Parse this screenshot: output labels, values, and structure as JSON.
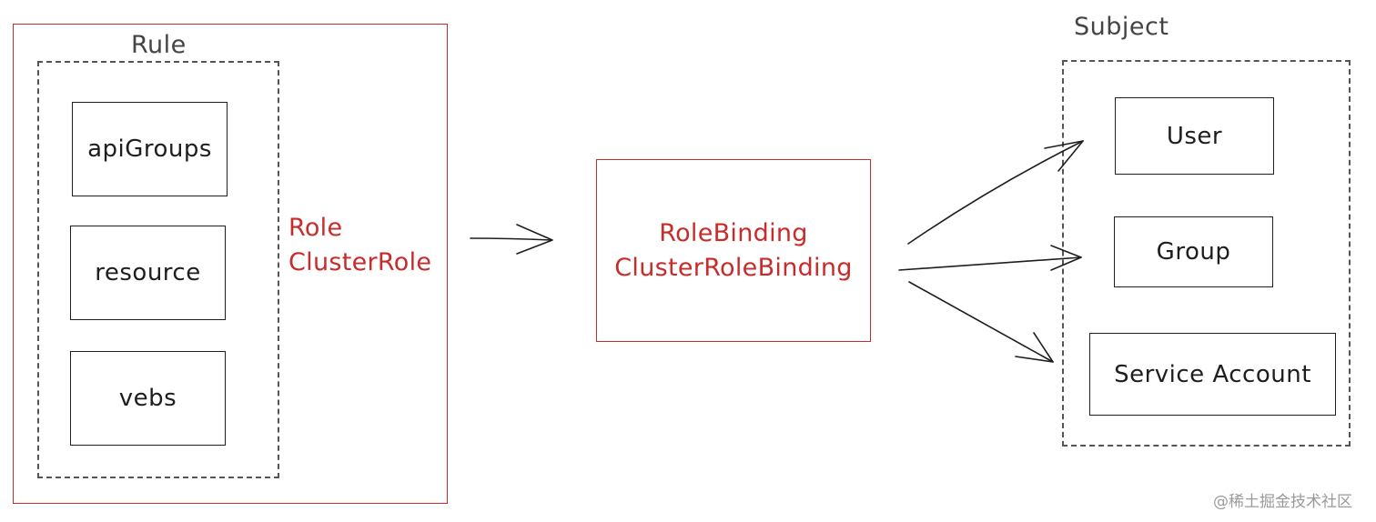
{
  "rule": {
    "title": "Rule",
    "items": [
      "apiGroups",
      "resource",
      "vebs"
    ]
  },
  "role": {
    "lines": [
      "Role",
      "ClusterRole"
    ]
  },
  "binding": {
    "lines": [
      "RoleBinding",
      "ClusterRoleBinding"
    ]
  },
  "subject": {
    "title": "Subject",
    "items": [
      "User",
      "Group",
      "Service Account"
    ]
  },
  "watermark": "@稀土掘金技术社区",
  "colors": {
    "accent_red": "#c92a2a",
    "stroke_dark": "#1e1e1e",
    "dashed_gray": "#555555"
  }
}
